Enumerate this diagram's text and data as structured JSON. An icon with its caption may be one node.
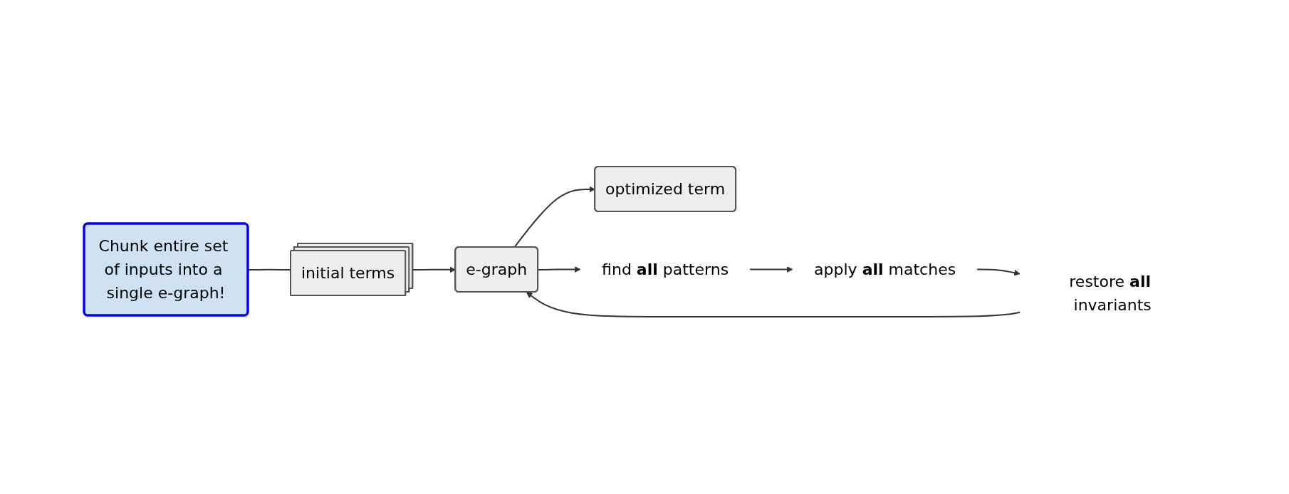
{
  "diagram": {
    "nodes": [
      {
        "text": [
          "initial terms"
        ]
      },
      {
        "text": [
          "e-graph"
        ]
      },
      {
        "text": [
          "optimized term"
        ]
      },
      {
        "text": [
          "find **all** patterns"
        ]
      },
      {
        "text": [
          "apply **all** matches"
        ]
      },
      {
        "text": [
          "restore **all** invariants"
        ]
      },
      {
        "text": [
          "Chunk entire set of inputs into a single e-graph!"
        ]
      }
    ],
    "edges": [
      {
        "from": 0,
        "to": 1,
        "arrow": "to"
      },
      {
        "from": 1,
        "to": 2,
        "arrow": "to"
      },
      {
        "from": 1,
        "to": 3,
        "arrow": "to"
      },
      {
        "from": 3,
        "to": 4,
        "arrow": "to"
      },
      {
        "from": 4,
        "to": 5,
        "arrow": "to"
      },
      {
        "from": 5,
        "to": 1,
        "arrow": "to"
      },
      {
        "from": 6,
        "to": 0,
        "arrow": "none"
      }
    ]
  }
}
